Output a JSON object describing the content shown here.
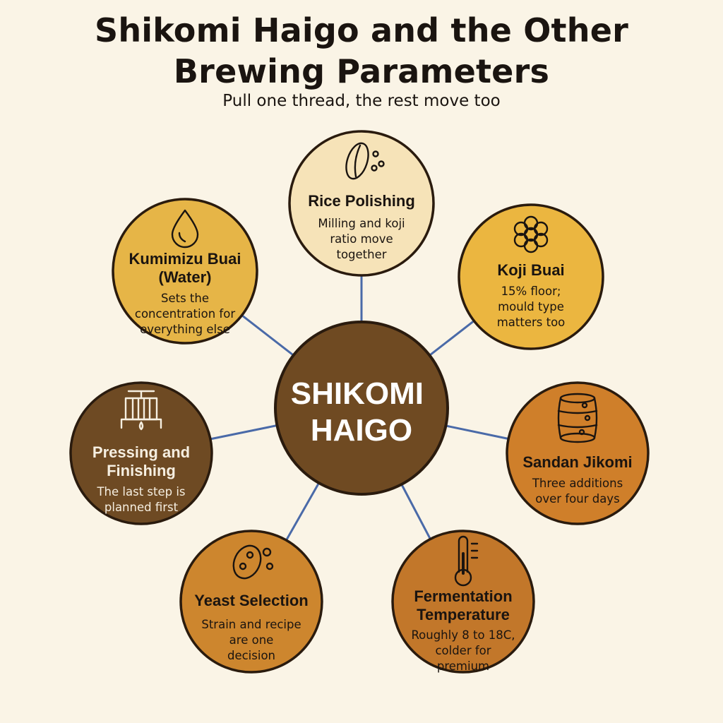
{
  "title": "Shikomi Haigo and the Other Brewing Parameters",
  "subtitle": "Pull one thread, the rest move too",
  "center": {
    "label_lines": [
      "SHIKOMI",
      "HAIGO"
    ],
    "color": "#6f4a22"
  },
  "link_color": "#4a6aa8",
  "nodes": [
    {
      "id": "rice-polishing",
      "icon": "rice-grain-icon",
      "title_lines": [
        "Rice Polishing"
      ],
      "desc_lines": [
        "Milling and koji",
        "ratio move",
        "together"
      ],
      "fill": "#f6e3b8",
      "text_color": "#1a1410"
    },
    {
      "id": "koji-buai",
      "icon": "koji-cluster-icon",
      "title_lines": [
        "Koji Buai"
      ],
      "desc_lines": [
        "15% floor;",
        "mould type",
        "matters too"
      ],
      "fill": "#ebb640",
      "text_color": "#1a1410"
    },
    {
      "id": "sandan-jikomi",
      "icon": "barrel-icon",
      "title_lines": [
        "Sandan Jikomi"
      ],
      "desc_lines": [
        "Three additions",
        "over four days"
      ],
      "fill": "#cf7f2a",
      "text_color": "#1a1410"
    },
    {
      "id": "fermentation-temperature",
      "icon": "thermometer-icon",
      "title_lines": [
        "Fermentation",
        "Temperature"
      ],
      "desc_lines": [
        "Roughly 8 to 18C,",
        "colder for",
        "premium"
      ],
      "fill": "#c2772a",
      "text_color": "#1a1410"
    },
    {
      "id": "yeast-selection",
      "icon": "yeast-cell-icon",
      "title_lines": [
        "Yeast Selection"
      ],
      "desc_lines": [
        "Strain and recipe",
        "are one",
        "decision"
      ],
      "fill": "#cd862e",
      "text_color": "#1a1410"
    },
    {
      "id": "pressing-and-finishing",
      "icon": "press-icon",
      "title_lines": [
        "Pressing and",
        "Finishing"
      ],
      "desc_lines": [
        "The last step is",
        "planned first"
      ],
      "fill": "#6e4a23",
      "text_color": "#f6efe1"
    },
    {
      "id": "kumimizu-buai",
      "icon": "water-drop-icon",
      "title_lines": [
        "Kumimizu Buai",
        "(Water)"
      ],
      "desc_lines": [
        "Sets the",
        "concentration for",
        "everything else"
      ],
      "fill": "#e6b547",
      "text_color": "#1a1410"
    }
  ]
}
